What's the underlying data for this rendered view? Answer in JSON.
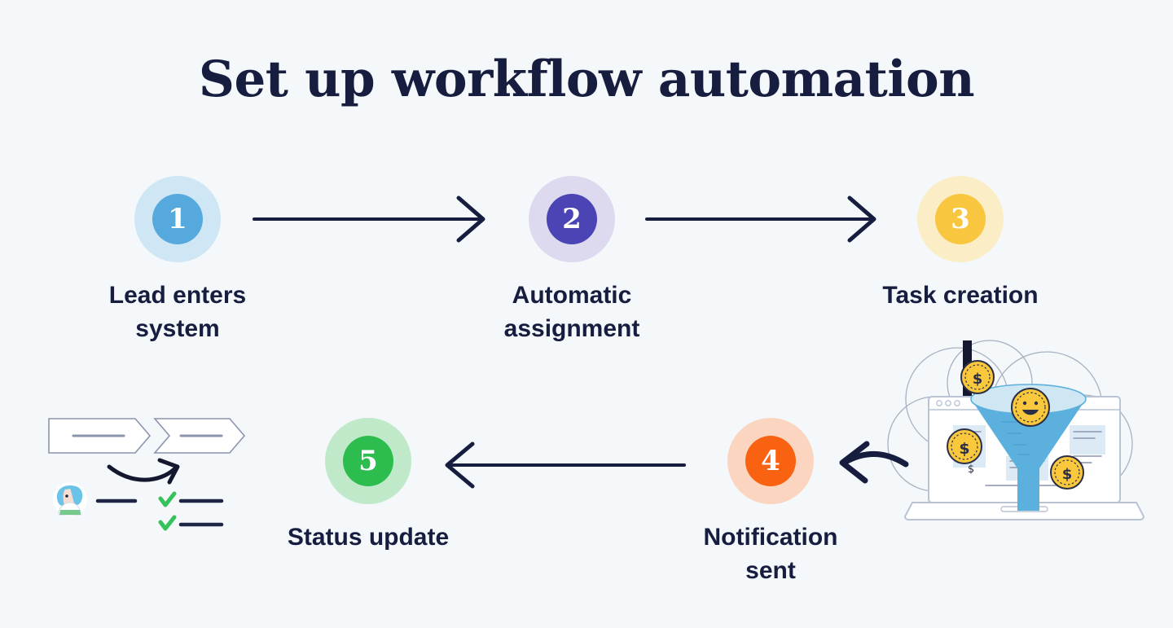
{
  "page": {
    "title": "Set up workflow automation",
    "background_color": "#f4f8fb",
    "text_color": "#161d3f"
  },
  "diagram": {
    "type": "flow",
    "direction": "serpentine-left-to-right-then-right-to-left",
    "steps": [
      {
        "number": "1",
        "label": "Lead enters\nsystem",
        "halo_color": "#cfe6f5",
        "bead_color": "#55a9dd",
        "number_color": "#ffffff"
      },
      {
        "number": "2",
        "label": "Automatic\nassignment",
        "halo_color": "#ddd9ef",
        "bead_color": "#4a44b5",
        "number_color": "#ffffff"
      },
      {
        "number": "3",
        "label": "Task creation",
        "halo_color": "#fbeec6",
        "bead_color": "#f9c63f",
        "number_color": "#ffffff"
      },
      {
        "number": "4",
        "label": "Notification sent",
        "halo_color": "#fbd5bf",
        "bead_color": "#f96211",
        "number_color": "#ffffff"
      },
      {
        "number": "5",
        "label": "Status update",
        "halo_color": "#bfe9c9",
        "bead_color": "#2cbd4e",
        "number_color": "#ffffff"
      }
    ],
    "connectors": [
      {
        "name": "arrow-step1-to-step2",
        "direction": "right",
        "style": "straight",
        "color": "#161d3f"
      },
      {
        "name": "arrow-step2-to-step3",
        "direction": "right",
        "style": "straight",
        "color": "#161d3f"
      },
      {
        "name": "arrow-step3-to-step4",
        "direction": "left",
        "style": "curved",
        "color": "#161d3f"
      },
      {
        "name": "arrow-step4-to-step5",
        "direction": "left",
        "style": "straight",
        "color": "#161d3f"
      }
    ]
  },
  "illustrations": {
    "left": {
      "name": "task-assignment-illustration",
      "elements": [
        "chevron-box-empty",
        "chevron-box-filled",
        "curved-arrow",
        "person-avatar",
        "task-line",
        "checked-task-line",
        "checked-task-line"
      ],
      "colors": {
        "avatar_hair": "#6cc3e8",
        "avatar_skin": "#f6ddd2",
        "check": "#35c25a",
        "line": "#1f2545",
        "box_outline": "#8c94ad"
      }
    },
    "right": {
      "name": "sales-funnel-laptop-illustration",
      "elements": [
        "laptop",
        "funnel",
        "coin-dollar",
        "coin-dollar",
        "coin-dollar",
        "coin-smiley",
        "orbit-circle",
        "orbit-circle",
        "orbit-circle",
        "orbit-circle",
        "vertical-bar"
      ],
      "colors": {
        "funnel_body": "#5bb0de",
        "funnel_top": "#cfe7f3",
        "coin": "#f9c83d",
        "coin_outline": "#2b2f45",
        "laptop_outline": "#b9c3d4",
        "screen_accent": "#dceaf6"
      }
    }
  }
}
